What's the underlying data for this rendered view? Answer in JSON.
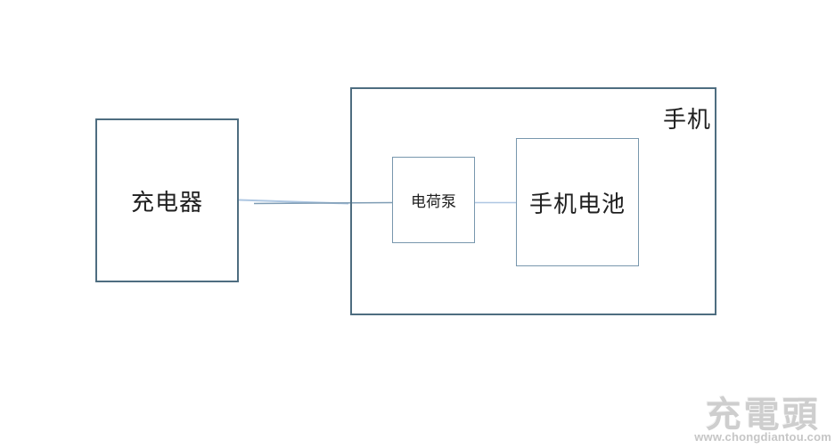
{
  "diagram": {
    "charger": {
      "label": "充电器"
    },
    "phone": {
      "label": "手机"
    },
    "charge_pump": {
      "label": "电荷泵"
    },
    "battery": {
      "label": "手机电池"
    },
    "connections": [
      {
        "from": "charger",
        "to": "charge_pump"
      },
      {
        "from": "charge_pump",
        "to": "battery"
      }
    ]
  },
  "watermark": {
    "logo_text": "充電頭",
    "url": "www.chongdiantou.com"
  },
  "colors": {
    "outer_box_border": "#4e6d80",
    "inner_box_border": "#7897ad",
    "connector_light": "#aec7e2",
    "connector_dark": "#7e9cb4",
    "label_text": "#1f1f1f",
    "watermark_gray": "#cccccc"
  }
}
